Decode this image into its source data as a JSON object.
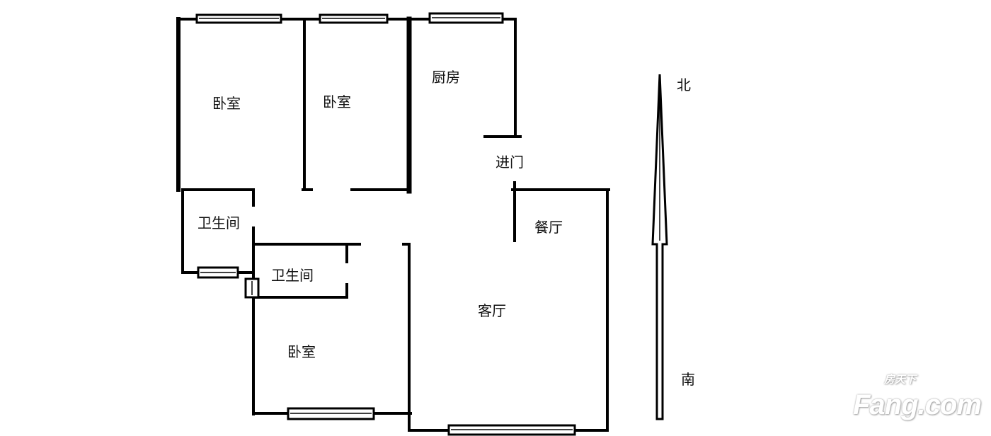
{
  "rooms": {
    "bedroom_1": "卧室",
    "bedroom_2": "卧室",
    "kitchen": "厨房",
    "entrance": "进门",
    "dining": "餐厅",
    "bathroom_1": "卫生间",
    "bathroom_2": "卫生间",
    "living": "客厅",
    "bedroom_3": "卧室"
  },
  "compass": {
    "north": "北",
    "south": "南"
  },
  "watermark": {
    "cn": "房天下",
    "en": "Fang.com"
  }
}
